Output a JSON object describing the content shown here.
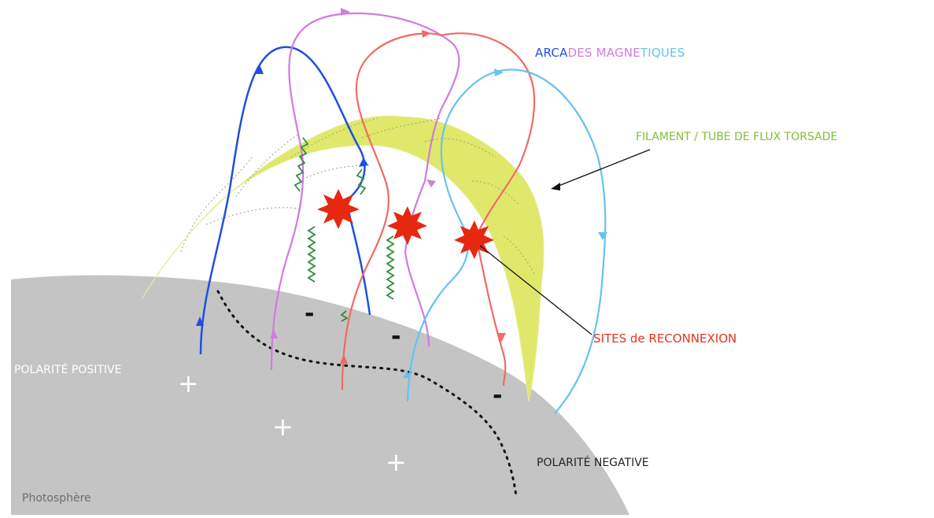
{
  "title": {
    "part1": "ARCA",
    "part2": "DES MAGNE",
    "part3": "TIQUES"
  },
  "labels": {
    "filament": "FILAMENT / TUBE DE FLUX TORSADE",
    "sites": "SITES de RECONNEXION",
    "positive": "POLARITÉ POSITIVE",
    "negative": "POLARITÉ NEGATIVE",
    "photosphere": "Photosphère"
  },
  "signs": {
    "plus": "+",
    "minus": "-"
  },
  "colors": {
    "photosphere": "#c4c4c4",
    "filament": "#dfe86a",
    "blue_arcade": "#1f4fe0",
    "violet_arcade": "#d27be0",
    "red_arcade": "#f06a66",
    "cyan_arcade": "#66c2f0",
    "filament_label": "#7fc233",
    "sites_label": "#e8321c",
    "reconnexion_star": "#e5280f",
    "helix": "#2e8b3e",
    "text_dark": "#222222"
  }
}
